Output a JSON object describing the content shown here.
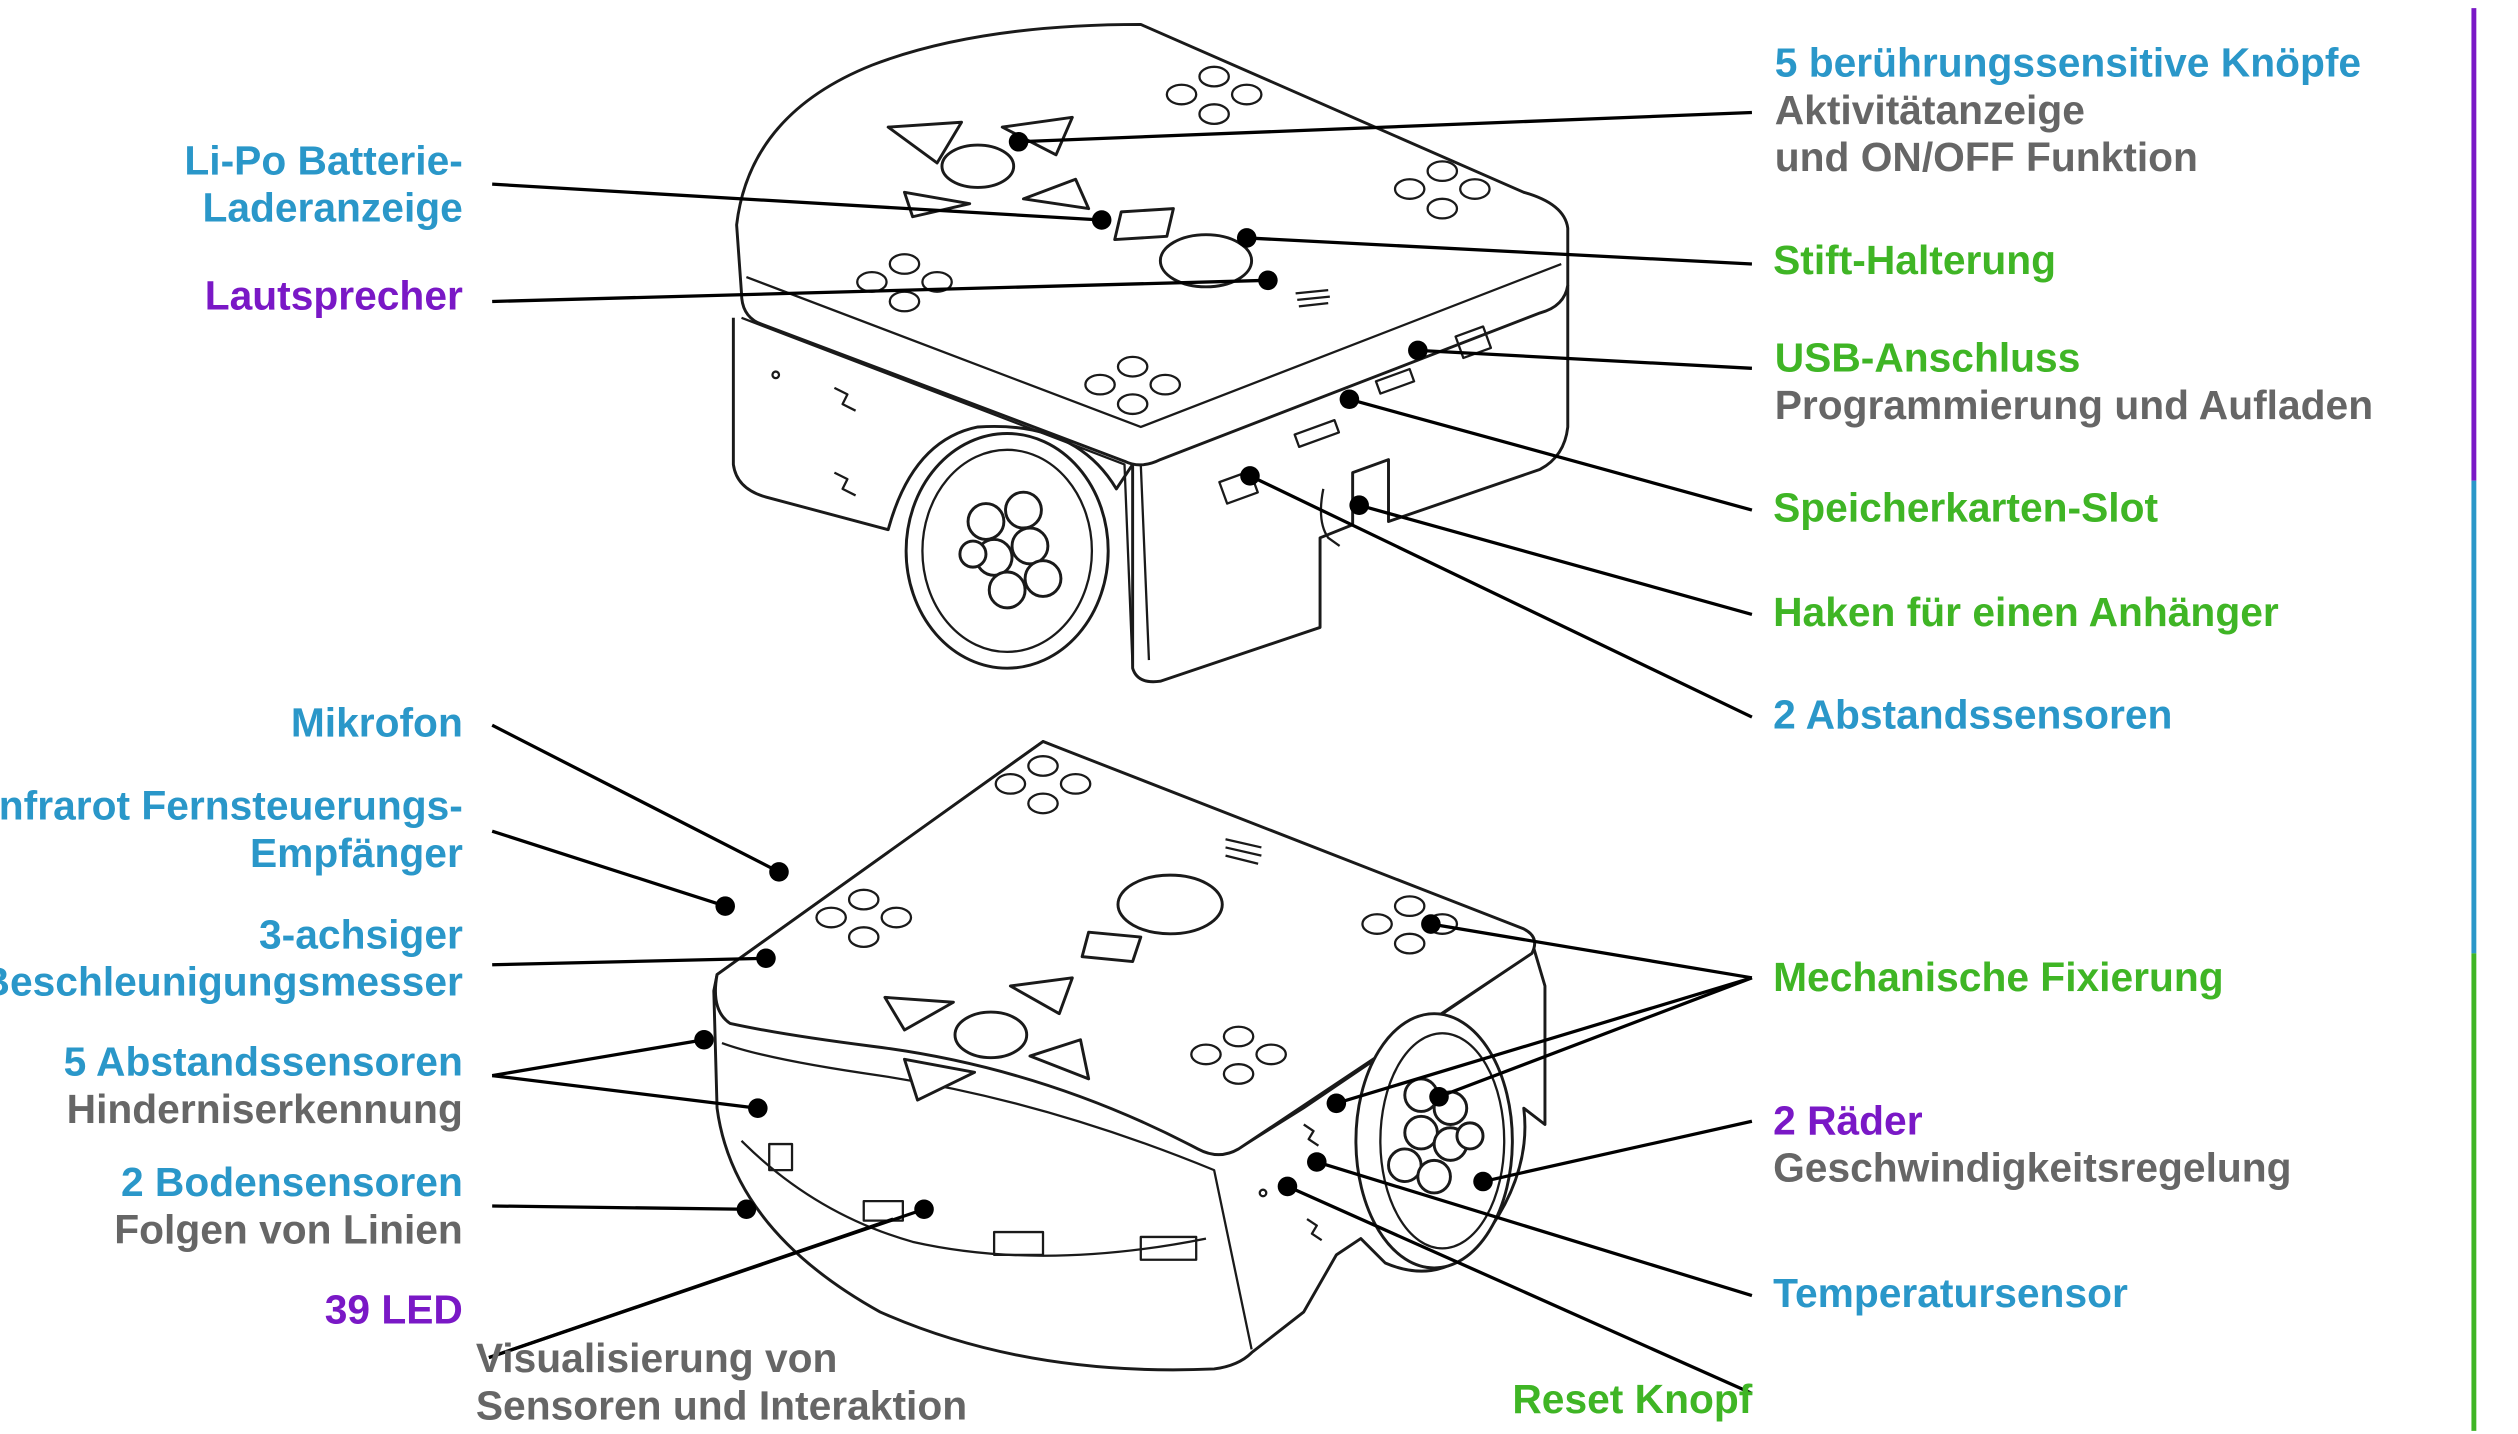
{
  "labels": {
    "batterie": {
      "l1": "Li-Po Batterie-",
      "l2": "Laderanzeige"
    },
    "lautsprecher": {
      "l1": "Lautsprecher"
    },
    "knoepfe": {
      "l1": "5 berührungssensitive Knöpfe",
      "l2": "Aktivitätanzeige",
      "l3": "und ON/OFF Funktion"
    },
    "stift": {
      "l1": "Stift-Halterung"
    },
    "usb": {
      "l1": "USB-Anschluss",
      "l2": "Programmierung und Aufladen"
    },
    "speicher": {
      "l1": "Speicherkarten-Slot"
    },
    "haken": {
      "l1": "Haken für einen Anhänger"
    },
    "abstand2": {
      "l1": "2 Abstandssensoren"
    },
    "mikrofon": {
      "l1": "Mikrofon"
    },
    "infrarot": {
      "l1": "Infrarot Fernsteuerungs-",
      "l2": "Empfänger"
    },
    "achsig": {
      "l1": "3-achsiger",
      "l2": "Beschleunigungsmesser"
    },
    "abstand5": {
      "l1": "5 Abstandssensoren",
      "l2": "Hinderniserkennung"
    },
    "boden": {
      "l1": "2 Bodensensoren",
      "l2": "Folgen von Linien"
    },
    "led": {
      "l1": "39 LED"
    },
    "visual": {
      "l1": "Visualisierung von",
      "l2": "Sensoren und Interaktion"
    },
    "fixierung": {
      "l1": "Mechanische Fixierung"
    },
    "raeder": {
      "l1": "2 Räder",
      "l2": "Geschwindigkeitsregelung"
    },
    "temperatur": {
      "l1": "Temperatursensor"
    },
    "reset": {
      "l1": "Reset Knopf"
    }
  },
  "colors": {
    "blue": "#2a97c9",
    "green": "#3fb525",
    "purple": "#7a18c6",
    "gray": "#666666",
    "line": "#000000"
  }
}
